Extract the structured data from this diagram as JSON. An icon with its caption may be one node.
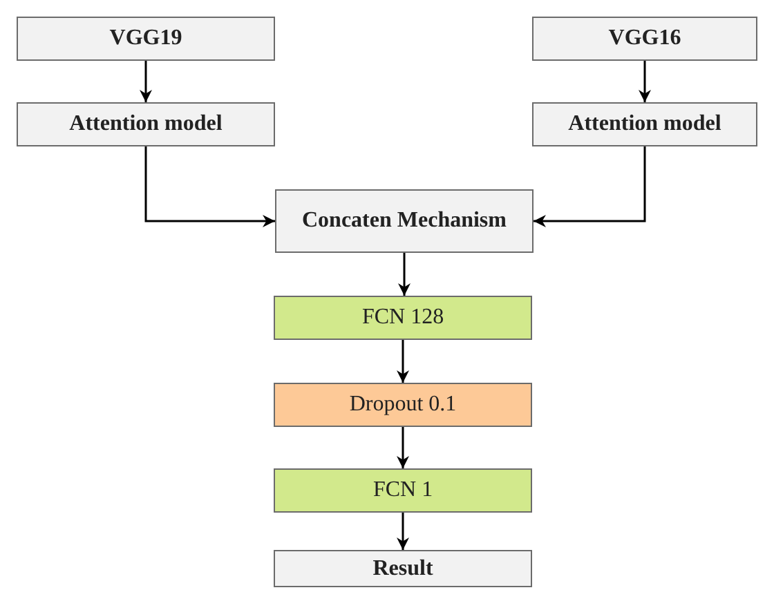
{
  "diagram": {
    "nodes": [
      {
        "text": [
          "VGG19"
        ]
      },
      {
        "text": [
          "Attention model"
        ]
      },
      {
        "text": [
          "VGG16"
        ]
      },
      {
        "text": [
          "Attention model"
        ]
      },
      {
        "text": [
          "Concaten Mechanism"
        ]
      },
      {
        "text": [
          "FCN 128"
        ]
      },
      {
        "text": [
          "Dropout 0.1"
        ]
      },
      {
        "text": [
          "FCN 1"
        ]
      },
      {
        "text": [
          "Result"
        ]
      }
    ],
    "edges": [
      {
        "from": 0,
        "to": 1,
        "arrow": "to"
      },
      {
        "from": 2,
        "to": 3,
        "arrow": "to"
      },
      {
        "from": 1,
        "to": 4,
        "arrow": "to"
      },
      {
        "from": 3,
        "to": 4,
        "arrow": "to"
      },
      {
        "from": 4,
        "to": 5,
        "arrow": "to"
      },
      {
        "from": 5,
        "to": 6,
        "arrow": "to"
      },
      {
        "from": 6,
        "to": 7,
        "arrow": "to"
      },
      {
        "from": 7,
        "to": 8,
        "arrow": "to"
      }
    ]
  }
}
